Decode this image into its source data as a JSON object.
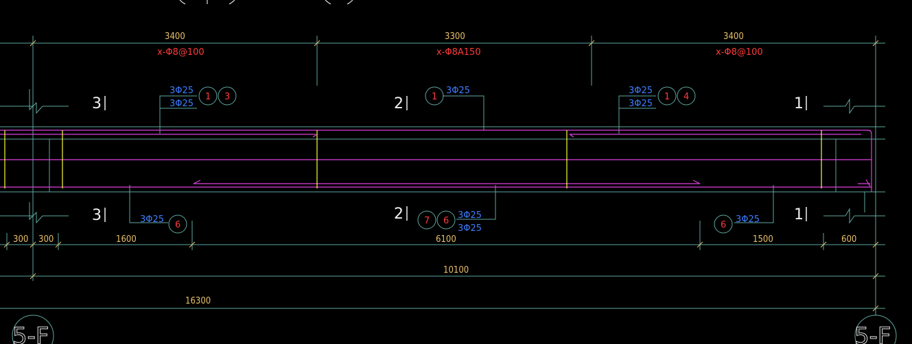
{
  "top_spans": [
    {
      "length": "3400",
      "stirrup": "x-Φ8@100"
    },
    {
      "length": "3300",
      "stirrup": "x-Φ8A150"
    },
    {
      "length": "3400",
      "stirrup": "x-Φ8@100"
    }
  ],
  "section_marks": {
    "left": "3",
    "middle": "2",
    "right": "1"
  },
  "rebar_labels": {
    "top_left_1": "3Φ25",
    "top_left_2": "3Φ25",
    "top_mid": "3Φ25",
    "top_right_1": "3Φ25",
    "top_right_2": "3Φ25",
    "bot_left": "3Φ25",
    "bot_mid_1": "3Φ25",
    "bot_mid_2": "3Φ25",
    "bot_right": "3Φ25"
  },
  "bubbles": {
    "top_left": [
      "1",
      "3"
    ],
    "top_mid": [
      "1"
    ],
    "top_right": [
      "1",
      "4"
    ],
    "bot_left": [
      "6"
    ],
    "bot_mid": [
      "7",
      "6"
    ],
    "bot_right": [
      "6"
    ]
  },
  "bottom_dims": {
    "d1": "300",
    "d2": "300",
    "d3": "1600",
    "d4": "6100",
    "d5": "1500",
    "d6": "600",
    "overall_mid": "10100",
    "overall_total": "16300"
  },
  "axis_labels": {
    "left": "5-F",
    "right": "5-F"
  },
  "colors": {
    "dim_line": "#5ea8a0",
    "beam": "#e040e0",
    "column": "#ffff40",
    "text_dim": "#e8c06a",
    "text_red": "#ff3b3b",
    "text_blue": "#3d7dff"
  }
}
